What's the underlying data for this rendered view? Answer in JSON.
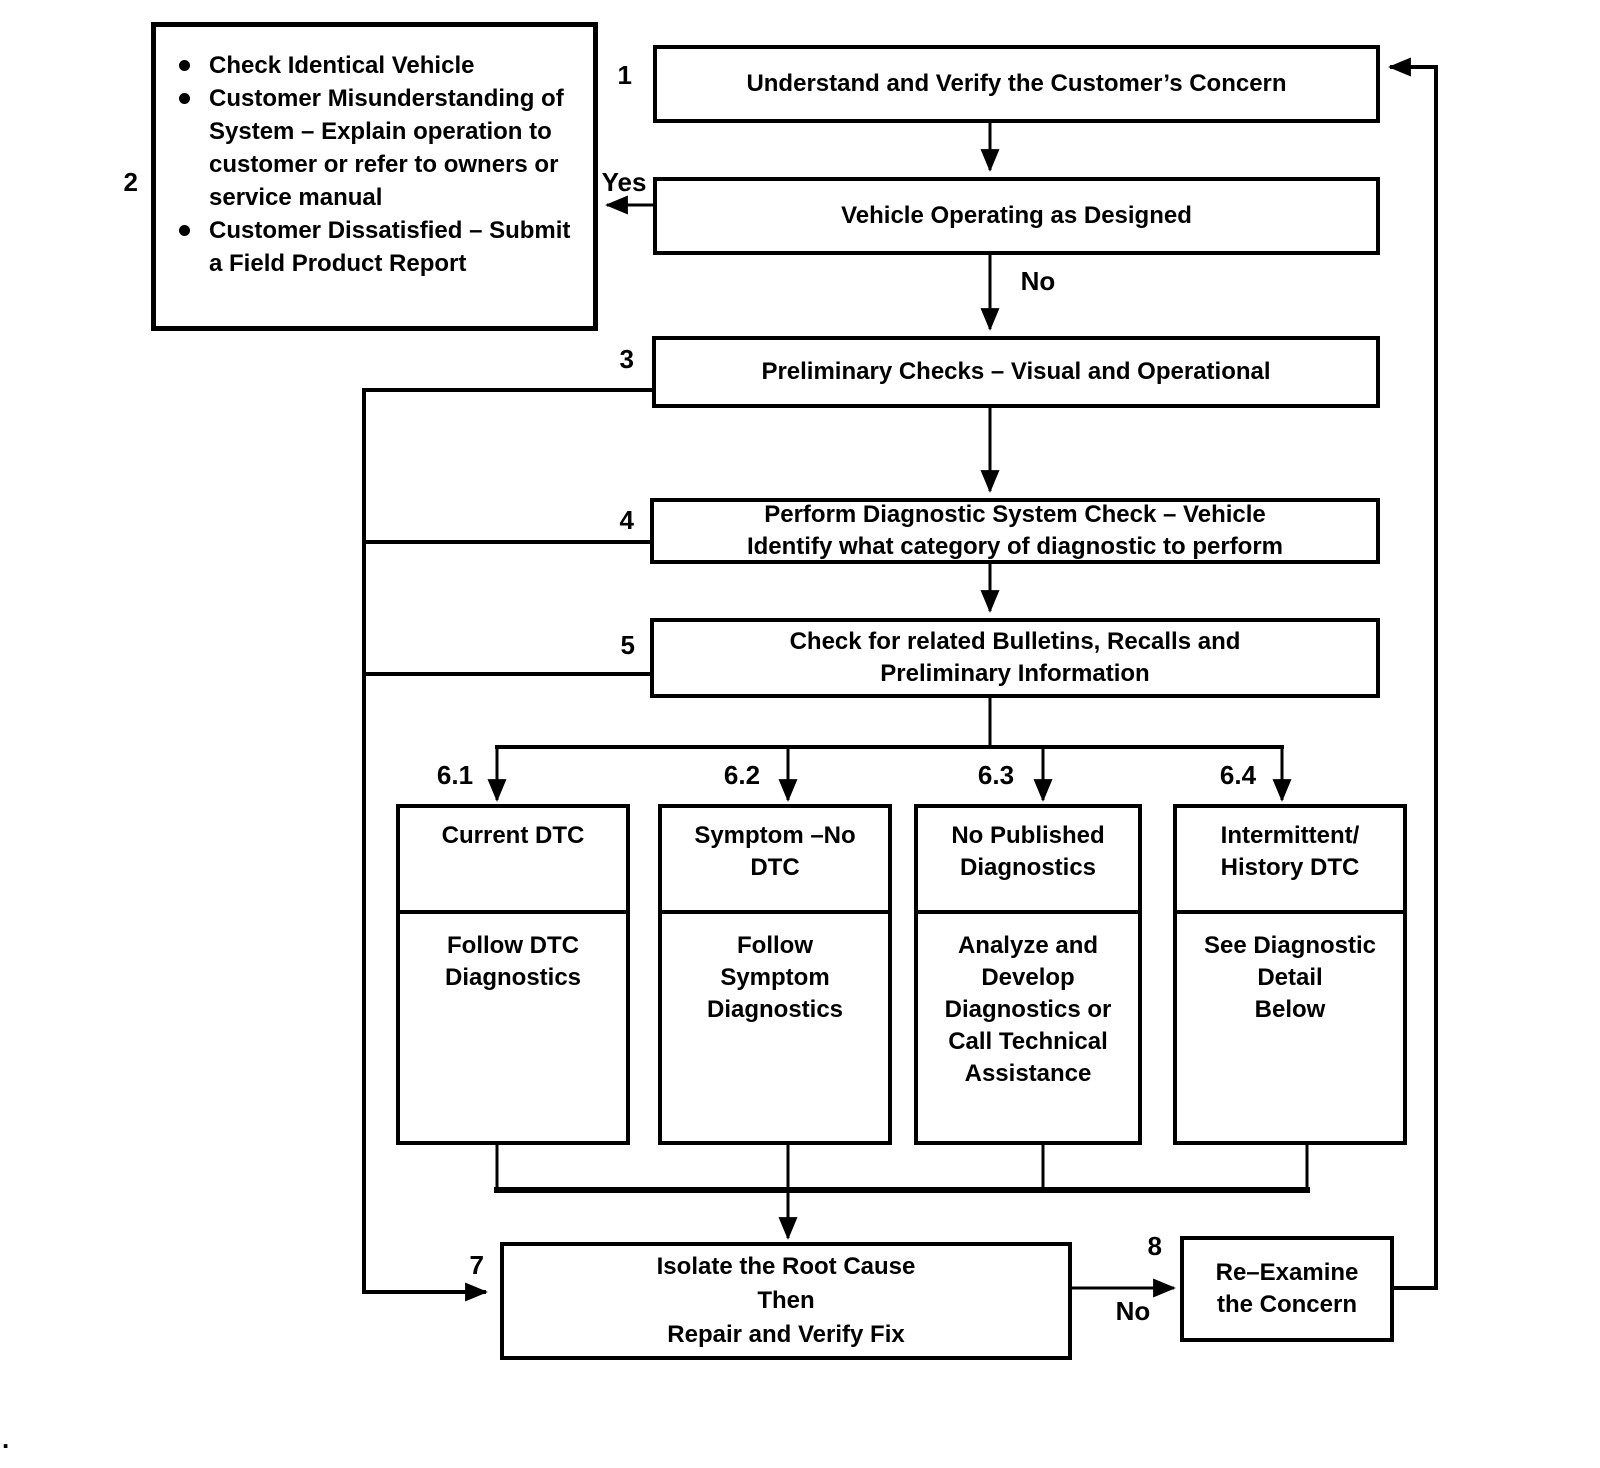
{
  "nodes": {
    "concern": {
      "num": "1",
      "label": "Understand and Verify the Customer’s Concern"
    },
    "operating": {
      "label": "Vehicle Operating as Designed"
    },
    "normal_operation": {
      "num": "2",
      "bullets": [
        {
          "lines": [
            "Check Identical Vehicle"
          ]
        },
        {
          "lines": [
            "Customer Misunderstanding of",
            "System – Explain operation to",
            "customer or refer to owners or",
            "service manual"
          ]
        },
        {
          "lines": [
            "Customer Dissatisfied – Submit",
            "a Field Product Report"
          ]
        }
      ]
    },
    "preliminary": {
      "num": "3",
      "label": "Preliminary Checks – Visual and Operational"
    },
    "diagnostic_check": {
      "num": "4",
      "lines": [
        "Perform Diagnostic System Check – Vehicle",
        "Identify what category of diagnostic to perform"
      ]
    },
    "bulletins": {
      "num": "5",
      "lines": [
        "Check for related Bulletins, Recalls and",
        "Preliminary Information"
      ]
    },
    "cat_current_dtc": {
      "num": "6.1",
      "header": [
        "Current DTC"
      ],
      "body": [
        "Follow DTC",
        "Diagnostics"
      ]
    },
    "cat_symptom": {
      "num": "6.2",
      "header": [
        "Symptom –No",
        "DTC"
      ],
      "body": [
        "Follow",
        "Symptom",
        "Diagnostics"
      ]
    },
    "cat_no_published": {
      "num": "6.3",
      "header": [
        "No Published",
        "Diagnostics"
      ],
      "body": [
        "Analyze and",
        "Develop",
        "Diagnostics or",
        "Call Technical",
        "Assistance"
      ]
    },
    "cat_intermittent": {
      "num": "6.4",
      "header": [
        "Intermittent/",
        "History DTC"
      ],
      "body": [
        "See Diagnostic",
        "Detail",
        "Below"
      ]
    },
    "isolate": {
      "num": "7",
      "lines": [
        "Isolate the Root Cause",
        "Then",
        "Repair and Verify Fix"
      ]
    },
    "reexamine": {
      "num": "8",
      "lines": [
        "Re–Examine",
        "the Concern"
      ]
    }
  },
  "edge_labels": {
    "yes": "Yes",
    "no_operating": "No",
    "no_reexamine": "No"
  },
  "footer_dot": ".",
  "colors": {
    "line": "#000000",
    "background": "#ffffff"
  }
}
